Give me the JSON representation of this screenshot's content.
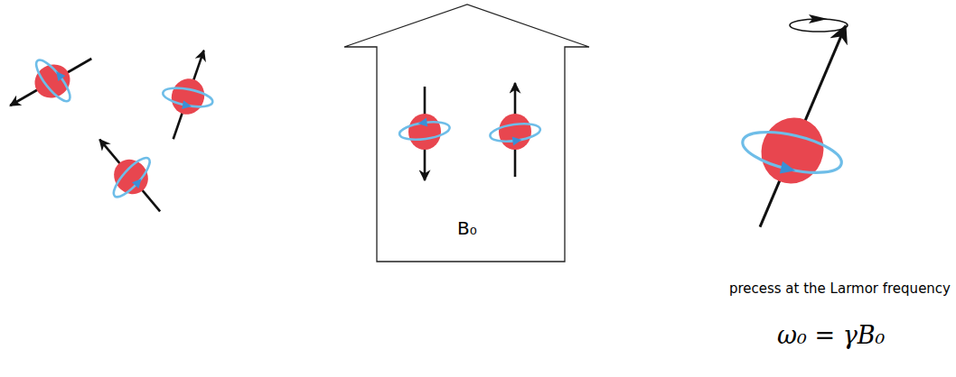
{
  "diagram": {
    "nodes": [
      {
        "text": [
          "B₀"
        ]
      }
    ],
    "labels": [
      "precess at the Larmor frequency",
      "ω₀ = γB₀"
    ]
  }
}
